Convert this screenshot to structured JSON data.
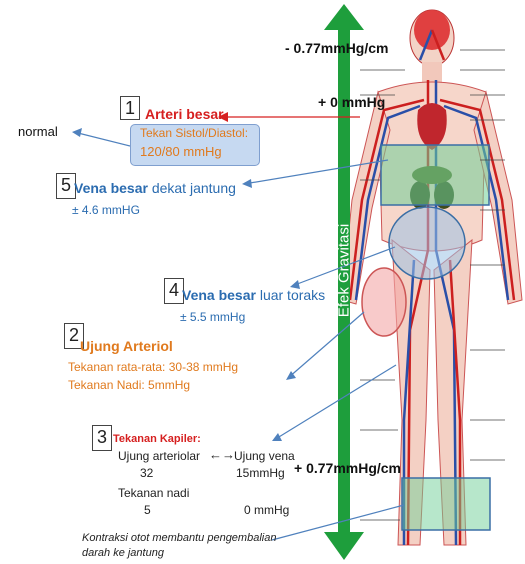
{
  "colors": {
    "arrow_green": "#1e9e3c",
    "callout_blue": "#4f81bd",
    "red_label": "#d62020",
    "orange_label": "#e07a1e",
    "blue_label": "#2b6cb0",
    "box_fill": "#c6d9f1",
    "green_box": "#6fcf97"
  },
  "gravity": {
    "axis_label": "Efek Gravitasi",
    "top_value": "- 0.77mmHg/cm",
    "middle_value": "+ 0 mmHg",
    "bottom_value": "+ 0.77mmHg/cm"
  },
  "normal_label": "normal",
  "items": [
    {
      "number": "1",
      "title": "Arteri besar",
      "box_line1": "Tekan Sistol/Diastol:",
      "box_line2": "120/80 mmHg"
    },
    {
      "number": "5",
      "title_bold": "Vena besar",
      "title_rest": " dekat jantung",
      "value": "± 4.6 mmHG"
    },
    {
      "number": "4",
      "title_bold": "Vena besar",
      "title_rest": " luar toraks",
      "value": "± 5.5 mmHg"
    },
    {
      "number": "2",
      "title": "Ujung Arteriol",
      "line1": "Tekanan rata-rata: 30-38 mmHg",
      "line2": "Tekanan Nadi: 5mmHg"
    },
    {
      "number": "3",
      "title": "Tekanan Kapiler:",
      "left_header": "Ujung arteriolar",
      "arrow": "←→",
      "right_header": "Ujung vena",
      "left_val": "32",
      "right_val": "15mmHg",
      "nadi_label": "Tekanan nadi",
      "nadi_left": "5",
      "nadi_right": "0 mmHg"
    }
  ],
  "footer_line1": "Kontraksi otot membantu pengembalian",
  "footer_line2": "darah ke jantung"
}
